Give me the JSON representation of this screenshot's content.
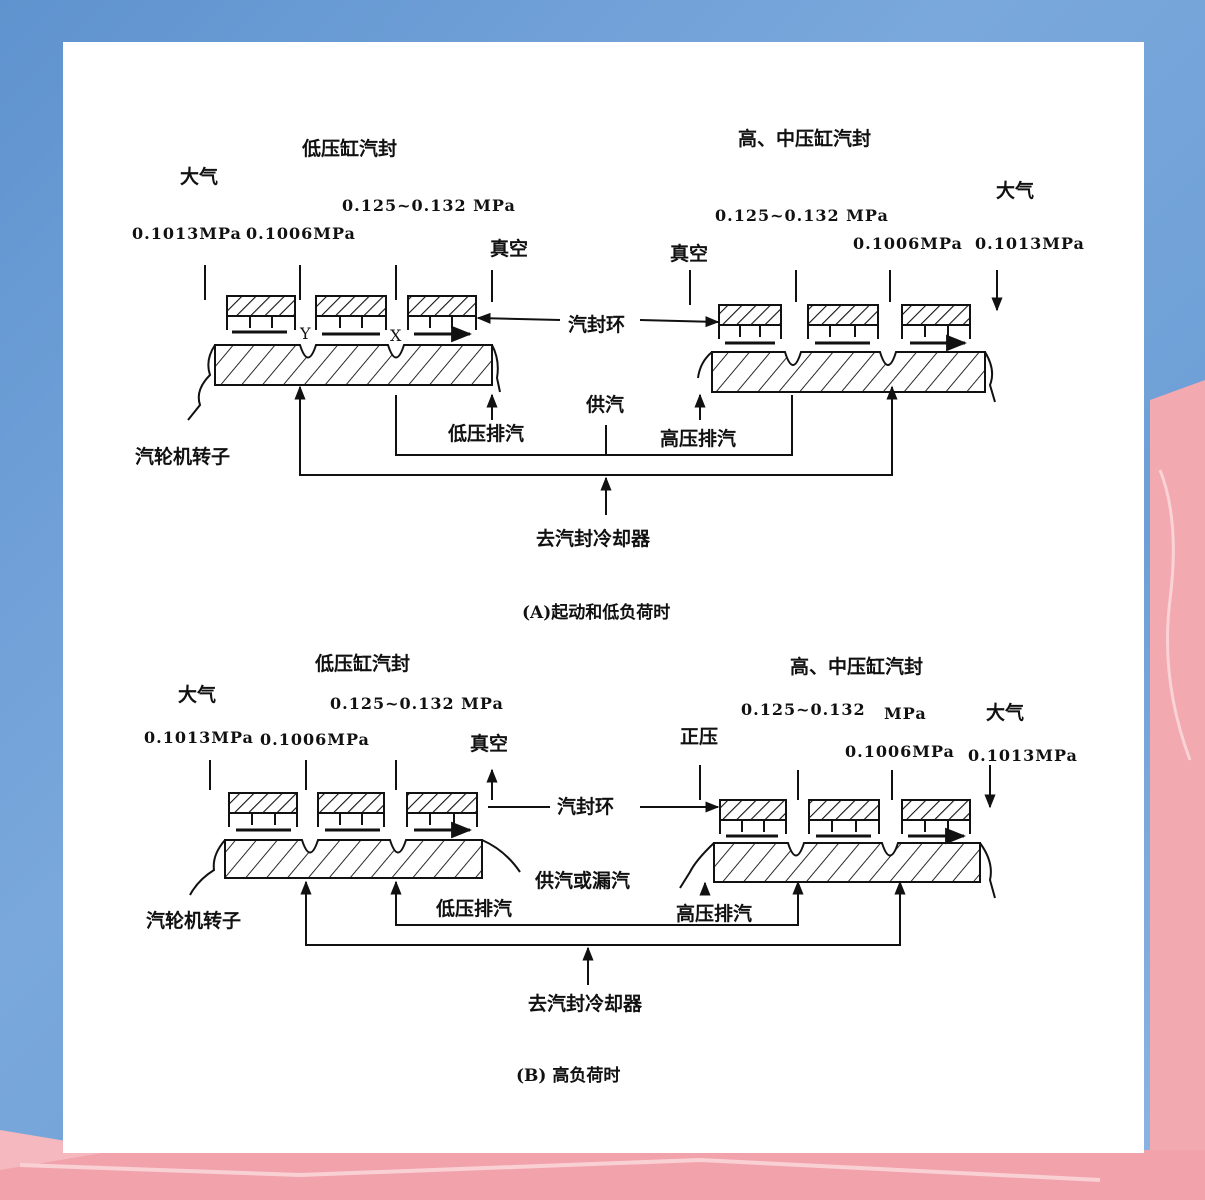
{
  "colors": {
    "background_blue": "#6a9bd3",
    "background_pink": "#f0a0a8",
    "card": "#ffffff",
    "ink": "#111111"
  },
  "panel_a": {
    "lp_title": "低压缸汽封",
    "hp_title": "高、中压缸汽封",
    "atm_left": "大气",
    "atm_right": "大气",
    "p_atm_left": "0.1013MPa",
    "p_left_inner": "0.1006MPa",
    "p_supply_left": "0.125~0.132 MPa",
    "p_supply_right": "0.125~0.132 MPa",
    "p_right_inner": "0.1006MPa",
    "p_atm_right": "0.1013MPa",
    "vacuum_left": "真空",
    "vacuum_right": "真空",
    "seal_ring": "汽封环",
    "marker_y": "Y",
    "marker_x": "X",
    "supply": "供汽",
    "lp_exhaust": "低压排汽",
    "hp_exhaust": "高压排汽",
    "rotor": "汽轮机转子",
    "cooler": "去汽封冷却器",
    "caption": "(A)起动和低负荷时"
  },
  "panel_b": {
    "lp_title": "低压缸汽封",
    "hp_title": "高、中压缸汽封",
    "atm_left": "大气",
    "atm_right": "大气",
    "p_atm_left": "0.1013MPa",
    "p_left_inner": "0.1006MPa",
    "p_supply_left": "0.125~0.132 MPa",
    "p_supply_right": "0.125~0.132",
    "p_supply_right_unit": "MPa",
    "p_right_inner": "0.1006MPa",
    "p_atm_right": "0.1013MPa",
    "vacuum_left": "真空",
    "positive_pressure": "正压",
    "seal_ring": "汽封环",
    "supply_or_leak": "供汽或漏汽",
    "lp_exhaust": "低压排汽",
    "hp_exhaust": "高压排汽",
    "rotor": "汽轮机转子",
    "cooler": "去汽封冷却器",
    "caption": "(B) 高负荷时"
  }
}
